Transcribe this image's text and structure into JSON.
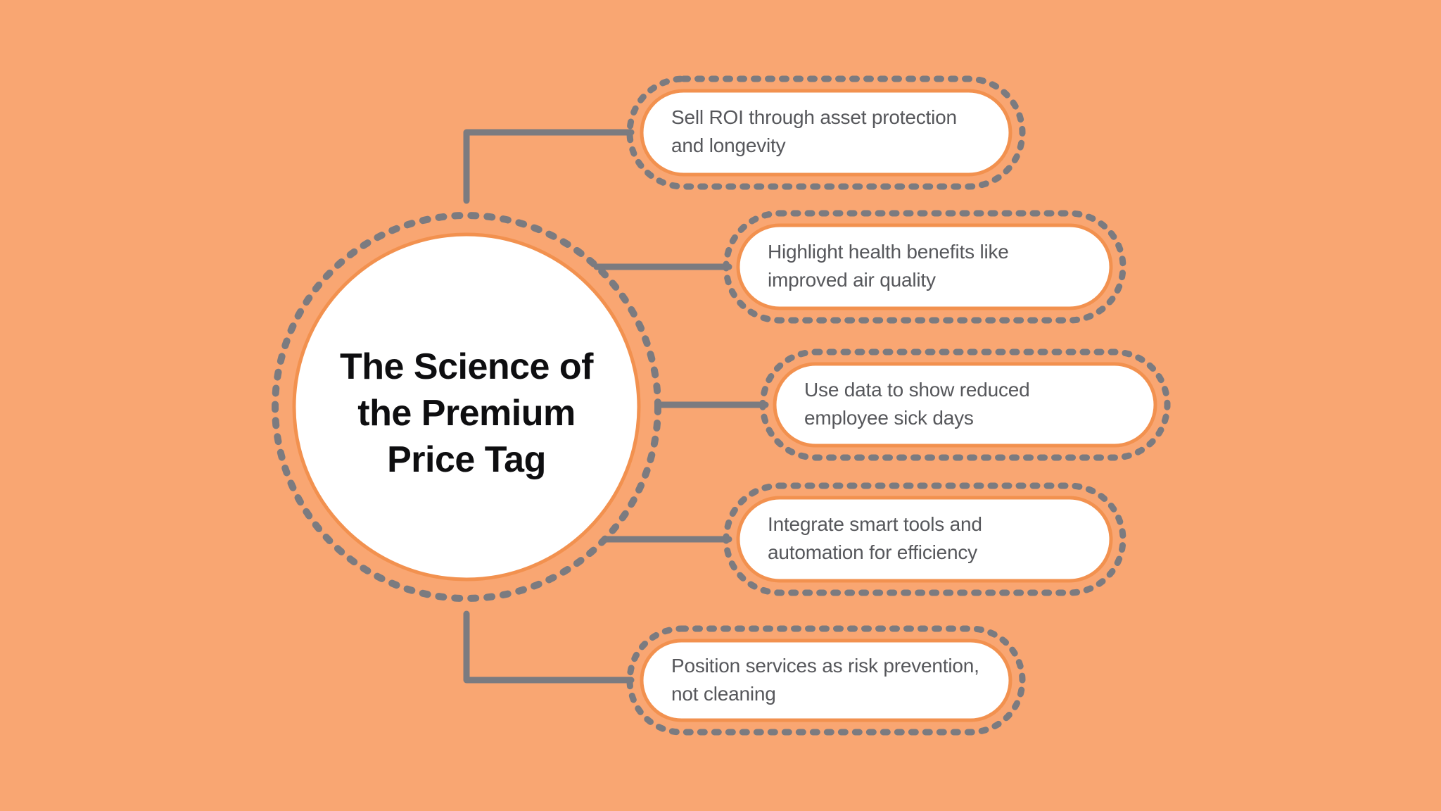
{
  "center": {
    "line1": "The Science of",
    "line2": "the Premium",
    "line3": "Price Tag"
  },
  "branches": [
    {
      "line1": "Sell ROI through asset protection",
      "line2": "and longevity"
    },
    {
      "line1": "Highlight health benefits like",
      "line2": "improved air quality"
    },
    {
      "line1": "Use data to show reduced",
      "line2": "employee sick days"
    },
    {
      "line1": "Integrate smart tools and",
      "line2": "automation for efficiency"
    },
    {
      "line1": "Position services as risk prevention,",
      "line2": "not cleaning"
    }
  ],
  "colors": {
    "bg": "#F9A672",
    "node-fill": "#FFFFFF",
    "node-stroke": "#F2914F",
    "dash": "#7B7B80",
    "line": "#7B7B80",
    "title": "#0E0E10",
    "label": "#56575B"
  }
}
